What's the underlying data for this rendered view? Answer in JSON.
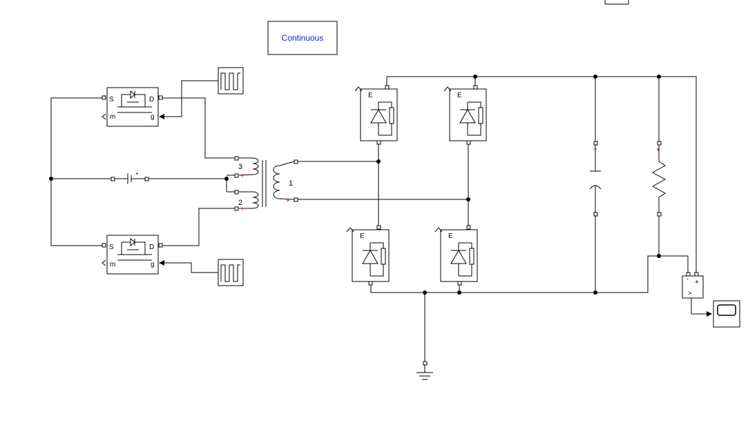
{
  "powergui": {
    "label": "Continuous"
  },
  "mosfet_upper": {
    "port_s": "S",
    "port_d": "D",
    "port_m": "m",
    "port_g": "g"
  },
  "mosfet_lower": {
    "port_s": "S",
    "port_d": "D",
    "port_m": "m",
    "port_g": "g"
  },
  "transformer": {
    "winding_1": "1",
    "winding_2": "2",
    "winding_3": "3"
  },
  "diodes": [
    {
      "label": "E"
    },
    {
      "label": "E"
    },
    {
      "label": "E"
    },
    {
      "label": "E"
    }
  ],
  "voltage_measurement": {
    "plus": "+",
    "minus": "'",
    "output": ">"
  },
  "polarity_mark": "+",
  "dc_source_mark": "+",
  "colors": {
    "wire": "#000000",
    "block_border": "#000000",
    "powergui_text": "#1a1ad6",
    "polarity": "#e00000"
  },
  "icons": [
    "pulse-generator-icon",
    "scope-icon",
    "ground-icon",
    "resistor-icon",
    "capacitor-icon",
    "diode-icon",
    "mosfet-icon",
    "transformer-icon",
    "dc-source-icon"
  ]
}
